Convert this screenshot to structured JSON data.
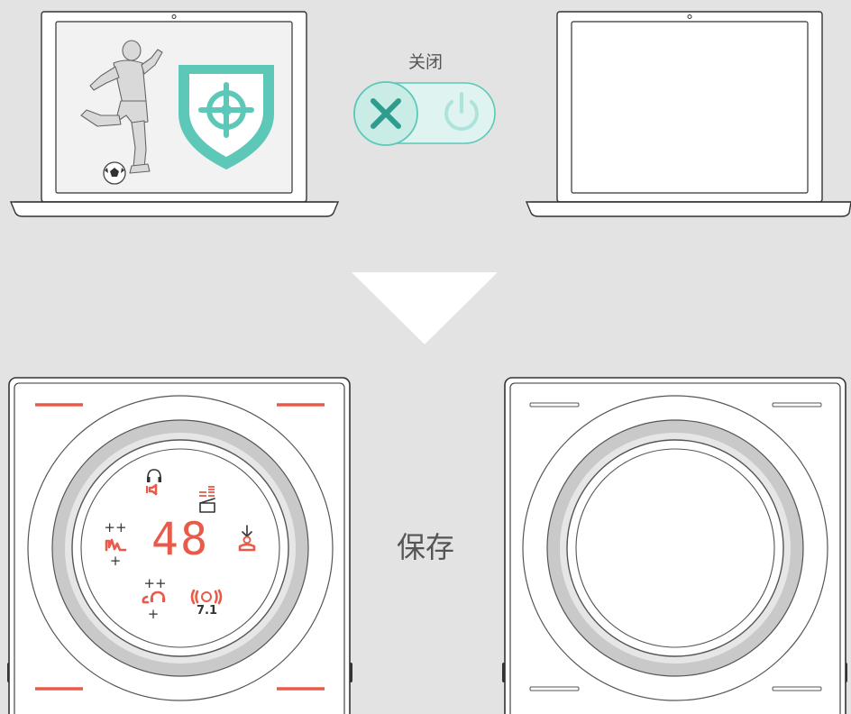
{
  "labels": {
    "off": "关闭",
    "save": "保存"
  },
  "display": {
    "value": "48",
    "surround_label": "7.1"
  },
  "colors": {
    "background": "#e3e3e4",
    "shield_teal": "#5ec8b8",
    "toggle_fill": "#dff3f0",
    "led_red": "#e95a4a"
  },
  "toggle": {
    "state": "off"
  },
  "icons": {
    "off_icon": "close-x-icon",
    "power_icon": "power-icon",
    "shield_icon": "shield-crosshair-icon",
    "arrow_icon": "down-triangle-arrow-icon"
  }
}
